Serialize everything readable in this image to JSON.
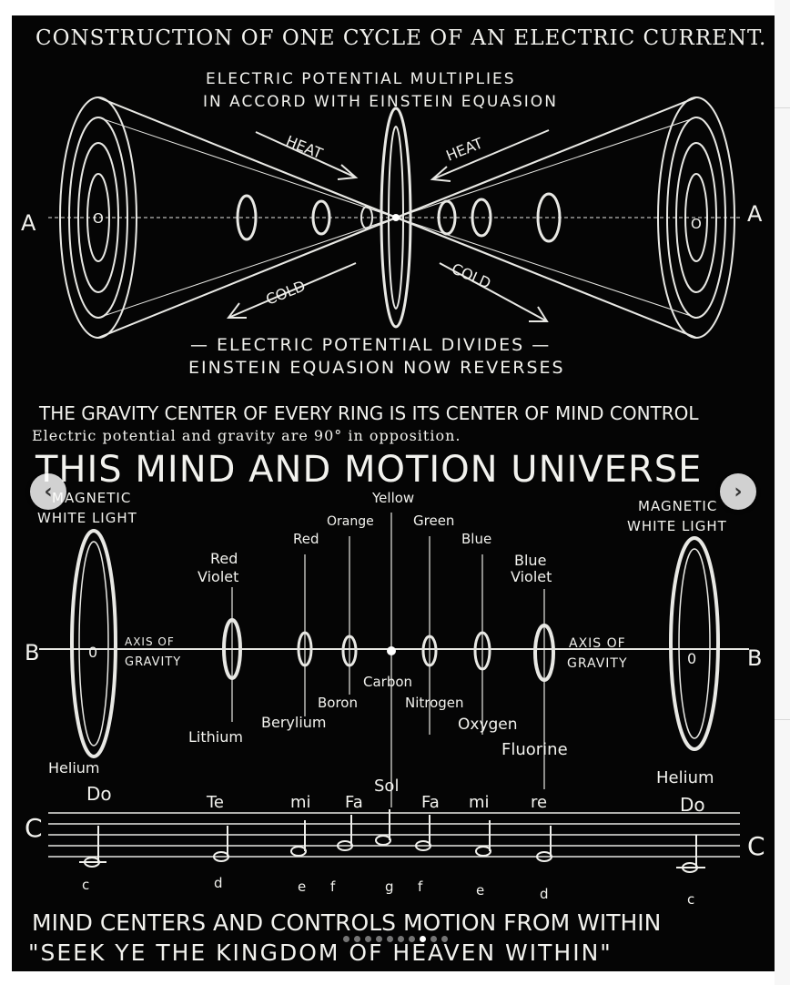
{
  "carousel": {
    "prev_glyph": "‹",
    "next_glyph": "›",
    "slide_count": 10,
    "active_index": 7
  },
  "figure": {
    "title": "CONSTRUCTION OF ONE CYCLE OF AN ELECTRIC CURRENT.",
    "top_caption_1": "ELECTRIC POTENTIAL MULTIPLIES",
    "top_caption_2": "IN ACCORD WITH EINSTEIN EQUASION",
    "heat_left": "HEAT",
    "heat_right": "HEAT",
    "cold_left": "COLD",
    "cold_right": "COLD",
    "label_a_left": "A",
    "label_a_right": "A",
    "center_o_left": "O",
    "center_o_right": "O",
    "mid_caption_1": "— ELECTRIC POTENTIAL DIVIDES —",
    "mid_caption_2": "EINSTEIN EQUASION NOW REVERSES",
    "gravity_line": "THE GRAVITY CENTER OF EVERY RING IS ITS CENTER OF MIND CONTROL",
    "potential_line": "Electric potential and gravity are 90° in opposition.",
    "universe_title": "THIS MIND AND MOTION UNIVERSE",
    "magnetic_left_1": "MAGNETIC",
    "magnetic_left_2": "WHITE LIGHT",
    "magnetic_right_1": "MAGNETIC",
    "magnetic_right_2": "WHITE LIGHT",
    "colors": {
      "yellow": "Yellow",
      "orange": "Orange",
      "green": "Green",
      "red": "Red",
      "blue": "Blue",
      "red_violet_1": "Red",
      "red_violet_2": "Violet",
      "blue_violet_1": "Blue",
      "blue_violet_2": "Violet"
    },
    "label_b_left": "B",
    "label_b_right": "B",
    "axis_left_1": "AXIS OF",
    "axis_left_2": "GRAVITY",
    "axis_right_1": "AXIS OF",
    "axis_right_2": "GRAVITY",
    "elements": {
      "carbon": "Carbon",
      "boron": "Boron",
      "nitrogen": "Nitrogen",
      "beryllium": "Berylium",
      "oxygen": "Oxygen",
      "lithium": "Lithium",
      "fluorine": "Fluorine",
      "helium_left": "Helium",
      "helium_right": "Helium"
    },
    "solfege": {
      "do_left": "Do",
      "te": "Te",
      "mi_left": "mi",
      "fa_left": "Fa",
      "sol": "Sol",
      "fa_right": "Fa",
      "mi_right": "mi",
      "re": "re",
      "do_right": "Do"
    },
    "label_c_left": "C",
    "label_c_right": "C",
    "notes": {
      "n1": "c",
      "n2": "d",
      "n3": "e",
      "n4": "f",
      "n5": "g",
      "n6": "f",
      "n7": "e",
      "n8": "d",
      "n9": "c"
    },
    "bottom_line_1": "MIND CENTERS AND CONTROLS MOTION FROM WITHIN",
    "bottom_line_2": "\"SEEK YE THE KINGDOM OF HEAVEN WITHIN\""
  }
}
